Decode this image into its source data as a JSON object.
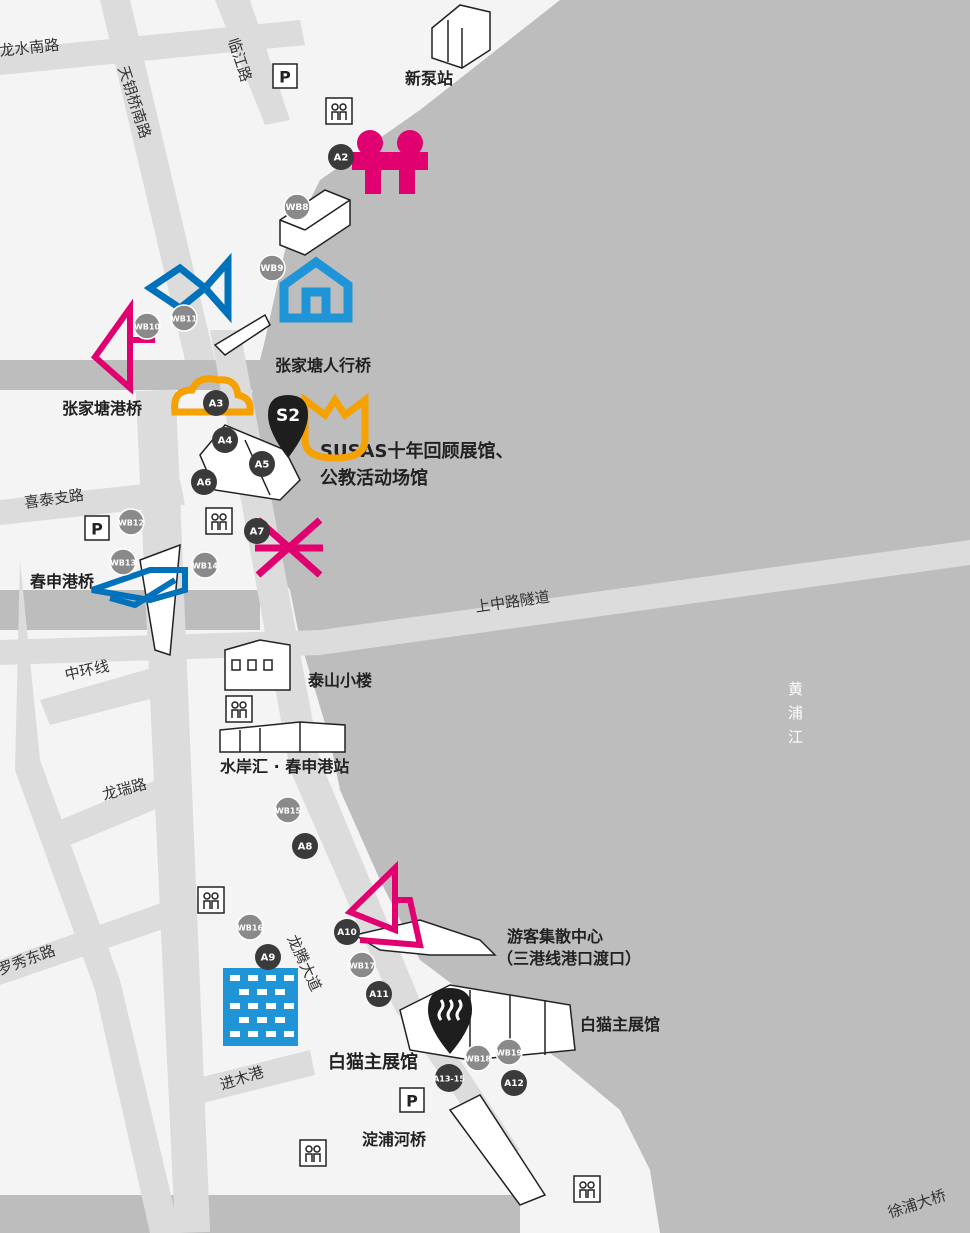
{
  "map": {
    "roads": {
      "longshui_s": "龙水南路",
      "tianyaoqiao_s": "天钥桥南路",
      "linjiang": "临江路",
      "xitai_zhi": "喜泰支路",
      "zhonghuan": "中环线",
      "longrui": "龙瑞路",
      "longteng": "龙腾大道",
      "luoxiu_e": "罗秀东路",
      "jinmugang": "进木港",
      "shangzhong_tunnel": "上中路隧道",
      "xupu_bridge": "徐浦大桥"
    },
    "river_chars": [
      "黄",
      "浦",
      "江"
    ],
    "bridges": {
      "zhangjiatang_ped": "张家塘人行桥",
      "zhangjiatang": "张家塘港桥",
      "chunshengang": "春申港桥",
      "dianpuhe": "淀浦河桥"
    },
    "places": {
      "xinbeng": "新泵站",
      "taishan": "泰山小楼",
      "shuianhui": "水岸汇 · 春申港站",
      "tourist_center": "游客集散中心",
      "tourist_center_sub": "（三港线港口渡口）",
      "baimao_main_right": "白猫主展馆",
      "baimao_main_left": "白猫主展馆",
      "sugas_line1": "SUSAS十年回顾展馆、",
      "sugas_line2": "公教活动场馆"
    },
    "pins": {
      "s2": "S2"
    },
    "markers": {
      "a2": "A2",
      "a3": "A3",
      "a4": "A4",
      "a5": "A5",
      "a6": "A6",
      "a7": "A7",
      "a8": "A8",
      "a9": "A9",
      "a10": "A10",
      "a11": "A11",
      "a12": "A12",
      "a13": "A13-15",
      "wb8": "WB8",
      "wb9": "WB9",
      "wb10": "WB10",
      "wb11": "WB11",
      "wb12": "WB12",
      "wb13": "WB13",
      "wb14": "WB14",
      "wb15": "WB15",
      "wb16": "WB16",
      "wb17": "WB17",
      "wb18": "WB18",
      "wb19": "WB19"
    },
    "icons": {
      "parking": "P",
      "colors": {
        "magenta": "#e0006f",
        "blue": "#0072bc",
        "sky": "#1f95d8",
        "orange": "#f5a100",
        "marker_dark": "#3a3a3a",
        "marker_gray": "#8a8a8a",
        "river": "#bdbdbd",
        "road": "#dcdcdc"
      }
    }
  }
}
